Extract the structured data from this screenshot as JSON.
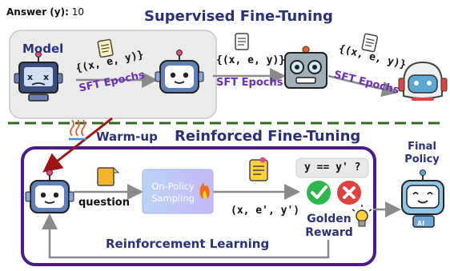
{
  "answer": {
    "label": "Answer (y):",
    "value": "10"
  },
  "sft": {
    "title": "Supervised Fine-Tuning",
    "model_label": "Model",
    "triplet": "{(x, e, y)}",
    "epochs_label": "SFT Epochs"
  },
  "rft": {
    "title": "Reinforced Fine-Tuning",
    "warmup_label": "Warm-up",
    "question_label": "question",
    "sampling_label": "On-Policy Sampling",
    "sample_triplet": "(x, e', y')",
    "compare_label": "y == y' ?",
    "reward_label": "Golden Reward",
    "rl_label": "Reinforcement Learning"
  },
  "final": {
    "label": "Final Policy",
    "ai_badge": "AI"
  },
  "colors": {
    "title": "#2b2f7e",
    "epochs": "#6b2fb8",
    "rft_border": "#4b1a8c",
    "divider": "#2e6b1f",
    "warmup_arrow": "#a01414",
    "sampling_box": "#a9c8f5",
    "check": "#2eb84a",
    "cross": "#e0413f"
  },
  "icons": [
    "robot-icon",
    "document-icon",
    "fire-icon",
    "lightbulb-icon",
    "check-icon",
    "cross-icon",
    "heat-icon"
  ]
}
